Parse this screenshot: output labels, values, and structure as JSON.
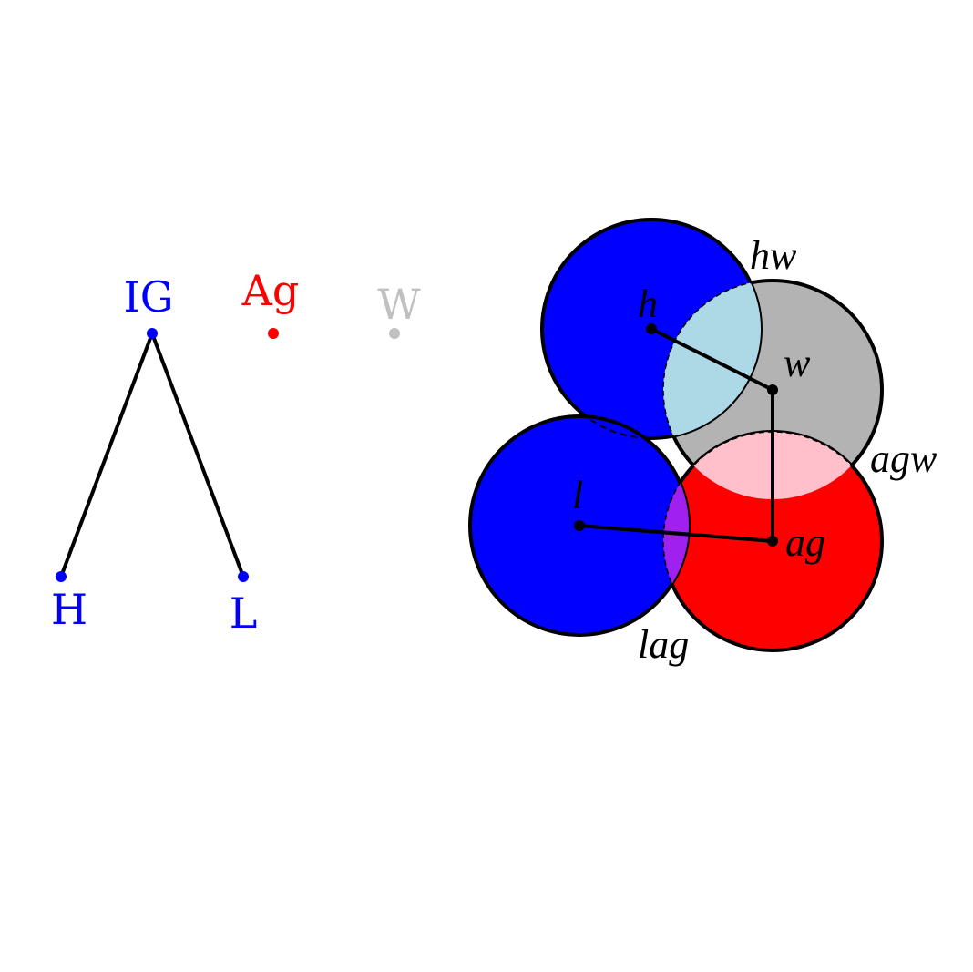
{
  "tree": {
    "nodes": [
      {
        "label": "IG",
        "color": "#0000ff"
      },
      {
        "label": "Ag",
        "color": "#ff0000"
      },
      {
        "label": "W",
        "color": "#c0c0c0"
      },
      {
        "label": "H",
        "color": "#0000ff"
      },
      {
        "label": "L",
        "color": "#0000ff"
      }
    ]
  },
  "complex": {
    "circles": [
      {
        "name": "h",
        "color": "#0000ff"
      },
      {
        "name": "w",
        "color": "#b3b3b3"
      },
      {
        "name": "l",
        "color": "#0000ff"
      },
      {
        "name": "ag",
        "color": "#ff0000"
      }
    ],
    "overlaps": [
      {
        "name": "hw",
        "color": "#add8e6"
      },
      {
        "name": "agw",
        "color": "#ffc0cb"
      },
      {
        "name": "lag",
        "color": "#a020f0"
      }
    ],
    "labels": {
      "h": "h",
      "w": "w",
      "l": "l",
      "ag": "ag",
      "hw": "hw",
      "agw": "agw",
      "lag": "lag"
    }
  }
}
